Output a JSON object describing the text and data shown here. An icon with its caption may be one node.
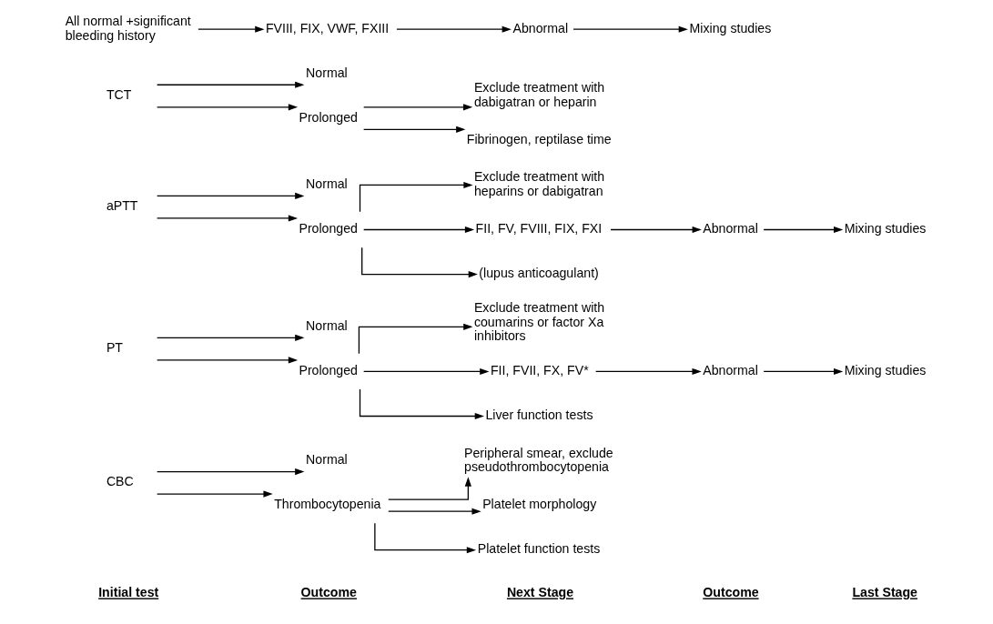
{
  "diagram": {
    "nodes": [
      {
        "text": [
          "CBC"
        ]
      },
      {
        "text": [
          "Normal"
        ]
      },
      {
        "text": [
          "Thrombocytopenia"
        ]
      },
      {
        "text": [
          "Peripheral smear, exclude pseudothrombocytopenia"
        ]
      },
      {
        "text": [
          "Platelet morphology"
        ]
      },
      {
        "text": [
          "Platelet function tests"
        ]
      },
      {
        "text": [
          "PT"
        ]
      },
      {
        "text": [
          "Normal"
        ]
      },
      {
        "text": [
          "Prolonged"
        ]
      },
      {
        "text": [
          "Exclude treatment with coumarins or factor Xa inhibitors"
        ]
      },
      {
        "text": [
          "FII, FVII, FX, FV*"
        ]
      },
      {
        "text": [
          "Liver function tests"
        ]
      },
      {
        "text": [
          "Abnormal"
        ]
      },
      {
        "text": [
          "Mixing studies"
        ]
      },
      {
        "text": [
          "aPTT"
        ]
      },
      {
        "text": [
          "Normal"
        ]
      },
      {
        "text": [
          "Prolonged"
        ]
      },
      {
        "text": [
          "Exclude treatment with heparins or dabigatran"
        ]
      },
      {
        "text": [
          "FII, FV, FVIII, FIX, FXI"
        ]
      },
      {
        "text": [
          "(lupus anticoagulant)"
        ]
      },
      {
        "text": [
          "Abnormal"
        ]
      },
      {
        "text": [
          "Mixing studies"
        ]
      },
      {
        "text": [
          "TCT"
        ]
      },
      {
        "text": [
          "Normal"
        ]
      },
      {
        "text": [
          "Prolonged"
        ]
      },
      {
        "text": [
          "Exclude treatment with dabigatran or heparin"
        ]
      },
      {
        "text": [
          "Fibrinogen, reptilase time"
        ]
      },
      {
        "text": [
          "All normal +significant bleeding history"
        ]
      },
      {
        "text": [
          "FVIII, FIX, VWF, FXIII"
        ]
      },
      {
        "text": [
          "Abnormal"
        ]
      },
      {
        "text": [
          "Mixing studies"
        ]
      }
    ],
    "edges": [
      {
        "from": 0,
        "to": 1,
        "arrow": "to"
      },
      {
        "from": 0,
        "to": 2,
        "arrow": "to"
      },
      {
        "from": 2,
        "to": 3,
        "arrow": "to"
      },
      {
        "from": 2,
        "to": 4,
        "arrow": "to"
      },
      {
        "from": 2,
        "to": 5,
        "arrow": "to"
      },
      {
        "from": 6,
        "to": 7,
        "arrow": "to"
      },
      {
        "from": 6,
        "to": 8,
        "arrow": "to"
      },
      {
        "from": 8,
        "to": 9,
        "arrow": "to"
      },
      {
        "from": 8,
        "to": 10,
        "arrow": "to"
      },
      {
        "from": 8,
        "to": 11,
        "arrow": "to"
      },
      {
        "from": 10,
        "to": 12,
        "arrow": "to"
      },
      {
        "from": 12,
        "to": 13,
        "arrow": "to"
      },
      {
        "from": 14,
        "to": 15,
        "arrow": "to"
      },
      {
        "from": 14,
        "to": 16,
        "arrow": "to"
      },
      {
        "from": 16,
        "to": 17,
        "arrow": "to"
      },
      {
        "from": 16,
        "to": 18,
        "arrow": "to"
      },
      {
        "from": 16,
        "to": 19,
        "arrow": "to"
      },
      {
        "from": 18,
        "to": 20,
        "arrow": "to"
      },
      {
        "from": 20,
        "to": 21,
        "arrow": "to"
      },
      {
        "from": 22,
        "to": 23,
        "arrow": "to"
      },
      {
        "from": 22,
        "to": 24,
        "arrow": "to"
      },
      {
        "from": 24,
        "to": 25,
        "arrow": "to"
      },
      {
        "from": 24,
        "to": 26,
        "arrow": "to"
      },
      {
        "from": 27,
        "to": 28,
        "arrow": "to"
      },
      {
        "from": 28,
        "to": 29,
        "arrow": "to"
      },
      {
        "from": 29,
        "to": 30,
        "arrow": "to"
      }
    ],
    "labels": [
      "Initial test",
      "Outcome",
      "Next Stage",
      "Outcome",
      "Last Stage"
    ]
  }
}
